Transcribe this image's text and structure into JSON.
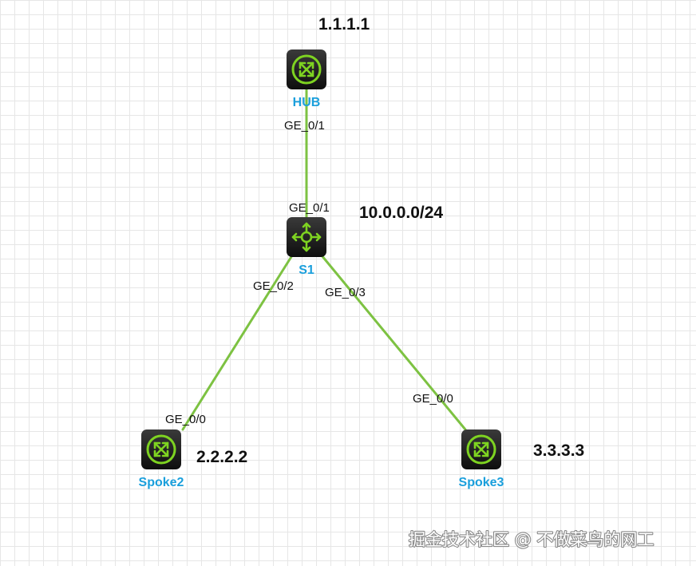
{
  "colors": {
    "link": "#7dc242",
    "node_label": "#1a9fdc",
    "device_body": "#1c1c1c",
    "device_accent": "#7ed321"
  },
  "nodes": {
    "hub": {
      "label": "HUB",
      "address": "1.1.1.1",
      "icon": "router-icon"
    },
    "s1": {
      "label": "S1",
      "address": "10.0.0.0/24",
      "icon": "switch-icon"
    },
    "spoke2": {
      "label": "Spoke2",
      "address": "2.2.2.2",
      "icon": "router-icon"
    },
    "spoke3": {
      "label": "Spoke3",
      "address": "3.3.3.3",
      "icon": "router-icon"
    }
  },
  "links": [
    {
      "from": "hub",
      "to": "s1",
      "from_port": "GE_0/1",
      "to_port": "GE_0/1"
    },
    {
      "from": "s1",
      "to": "spoke2",
      "from_port": "GE_0/2",
      "to_port": "GE_0/0"
    },
    {
      "from": "s1",
      "to": "spoke3",
      "from_port": "GE_0/3",
      "to_port": "GE_0/0"
    }
  ],
  "watermark": "掘金技术社区 @ 不做菜鸟的网工"
}
